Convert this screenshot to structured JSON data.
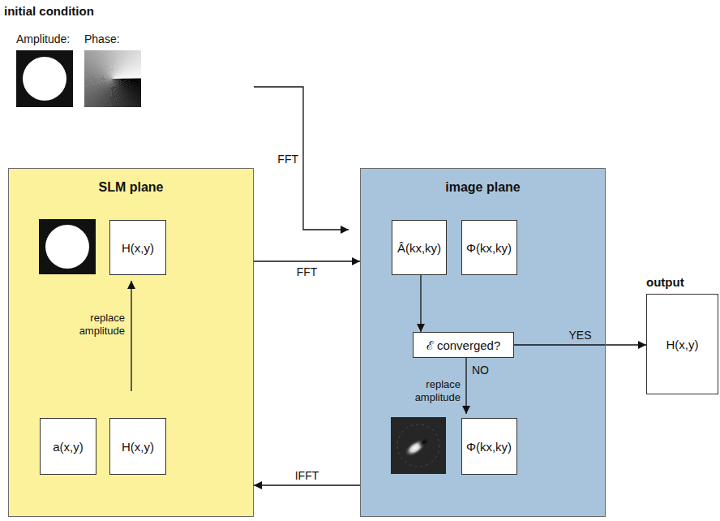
{
  "diagram": {
    "nodes": [
      {
        "text": [
          "SLM plane"
        ]
      },
      {
        "text": [
          "H(x,y)"
        ],
        "in": 0
      },
      {
        "text": [
          "a(x,y)"
        ],
        "in": 0
      },
      {
        "text": [
          "H(x,y)"
        ],
        "in": 0
      },
      {
        "text": [
          "image plane"
        ]
      },
      {
        "text": [
          "Â(kx,ky)"
        ],
        "in": 4
      },
      {
        "text": [
          "Φ(kx,ky)"
        ],
        "in": 4
      },
      {
        "text": [
          "ℰ converged?"
        ],
        "in": 4
      },
      {
        "text": [
          "Φ(kx,ky)"
        ],
        "in": 4
      },
      {
        "text": [
          "output",
          "H(x,y)"
        ]
      }
    ],
    "edges": [
      {
        "from": 0,
        "to": 4,
        "arrow": "to",
        "label": "FFT"
      },
      {
        "from": 4,
        "to": 0,
        "arrow": "to",
        "label": "IFFT"
      },
      {
        "from": 5,
        "to": 7,
        "arrow": "to"
      },
      {
        "from": 7,
        "to": 9,
        "arrow": "to",
        "label": "YES"
      }
    ],
    "labels": [
      "initial condition",
      "Amplitude:",
      "Phase:",
      "FFT",
      "replace amplitude",
      "replace amplitude",
      "NO"
    ]
  }
}
